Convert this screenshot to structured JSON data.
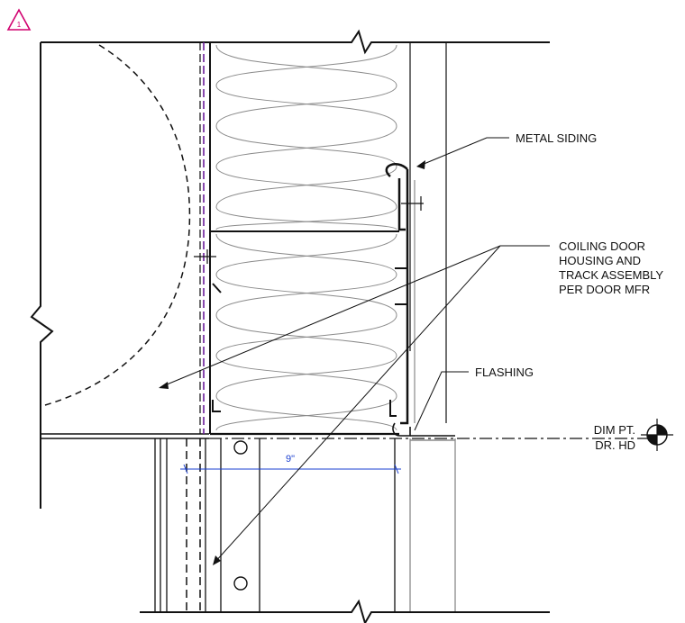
{
  "revision_tag": "1",
  "labels": {
    "metal_siding": "METAL SIDING",
    "coiling_door": [
      "COILING DOOR",
      "HOUSING AND",
      "TRACK ASSEMBLY",
      "PER DOOR MFR"
    ],
    "flashing": "FLASHING",
    "dim_pt": [
      "DIM PT.",
      "DR. HD"
    ]
  },
  "dimension": {
    "value": "9\""
  },
  "colors": {
    "linework": "#111111",
    "light_linework": "#8a8a8a",
    "revision": "#d1006f",
    "dimension": "#1a3fd0",
    "purple_dash": "#6a1b9a"
  }
}
